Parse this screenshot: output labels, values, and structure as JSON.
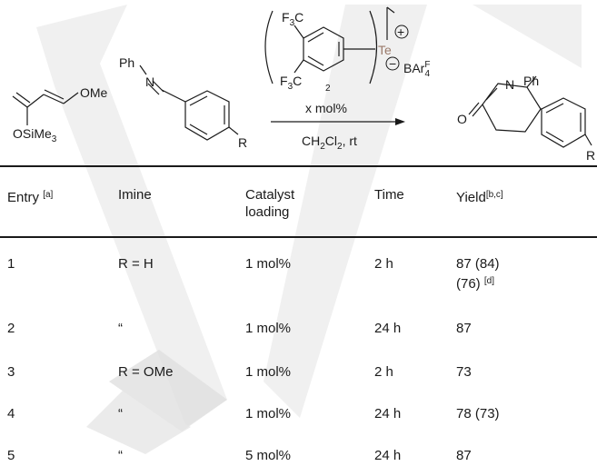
{
  "scheme": {
    "reagent1": {
      "ome": "OMe",
      "osime3": "OSiMe",
      "osime3_sub": "3"
    },
    "imine": {
      "ph": "Ph",
      "n": "N",
      "r": "R"
    },
    "catalyst": {
      "cf3_a": "F",
      "cf3_a_sub": "3",
      "cf3_a_c": "C",
      "cf3_b": "F",
      "cf3_b_sub": "3",
      "cf3_b_c": "C",
      "te": "Te",
      "plus": "+",
      "sub2": "2",
      "minus": "−",
      "counterion": "BAr",
      "counterion_sup": "F",
      "counterion_sub": "4"
    },
    "loading": "x mol%",
    "conditions": "CH",
    "conditions_sub1": "2",
    "conditions_cl": "Cl",
    "conditions_sub2": "2",
    "conditions_rt": ", rt",
    "product": {
      "ph": "Ph",
      "n": "N",
      "o": "O",
      "r": "R"
    }
  },
  "table": {
    "headers": {
      "entry": "Entry",
      "entry_note": "[a]",
      "imine": "Imine",
      "catalyst_line1": "Catalyst",
      "catalyst_line2": "loading",
      "time": "Time",
      "yield": "Yield",
      "yield_note": "[b,c]"
    },
    "rows": [
      {
        "entry": "1",
        "imine": "R = H",
        "loading": "1 mol%",
        "time": "2 h",
        "yield": "87 (84)",
        "yield_extra": "(76)",
        "yield_extra_note": "[d]"
      },
      {
        "entry": "2",
        "imine": "“",
        "loading": "1 mol%",
        "time": "24 h",
        "yield": "87"
      },
      {
        "entry": "3",
        "imine": "R = OMe",
        "loading": "1 mol%",
        "time": "2 h",
        "yield": "73"
      },
      {
        "entry": "4",
        "imine": "“",
        "loading": "1 mol%",
        "time": "24 h",
        "yield": "78 (73)"
      },
      {
        "entry": "5",
        "imine": "“",
        "loading": "5 mol%",
        "time": "24 h",
        "yield": "87"
      }
    ]
  },
  "colors": {
    "text": "#1a1a1a",
    "tellurium": "#9a7a6a",
    "watermark": "#e4e4e4"
  }
}
